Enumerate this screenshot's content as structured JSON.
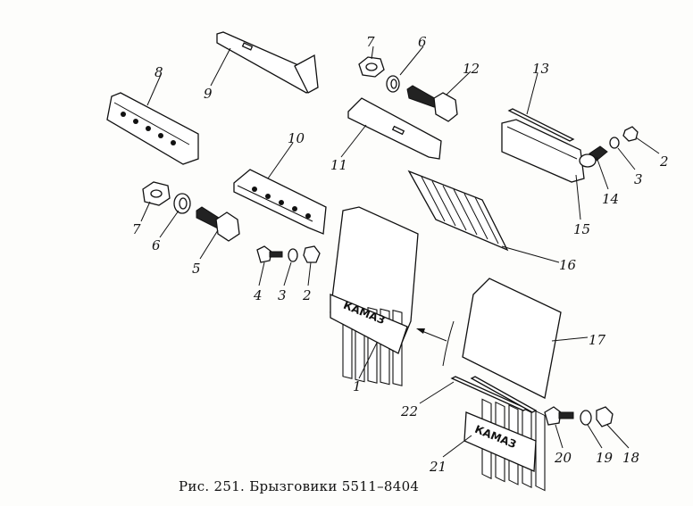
{
  "caption": "Рис. 251. Брызговики 5511–8404",
  "labels": {
    "l7a": "7",
    "l6a": "6",
    "l12": "12",
    "l13": "13",
    "l8": "8",
    "l9": "9",
    "l2a": "2",
    "l3a": "3",
    "l14": "14",
    "l11": "11",
    "l10": "10",
    "l15": "15",
    "l7b": "7",
    "l6b": "6",
    "l5": "5",
    "l16": "16",
    "l4": "4",
    "l3b": "3",
    "l2b": "2",
    "l17": "17",
    "l1": "1",
    "l22": "22",
    "l20": "20",
    "l19": "19",
    "l18": "18",
    "l21": "21"
  },
  "logo_text": "КАМАЗ"
}
